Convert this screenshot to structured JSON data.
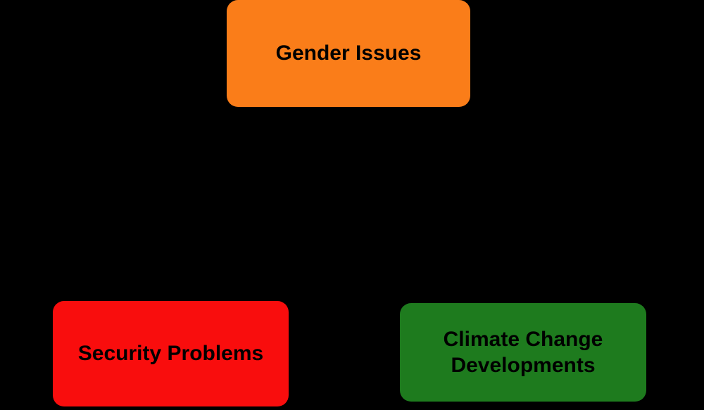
{
  "diagram": {
    "background_color": "#000000",
    "text_color": "#000000",
    "nodes": [
      {
        "id": "gender-issues",
        "label": "Gender Issues",
        "color": "#FA7D19",
        "position": "top-center"
      },
      {
        "id": "security-problems",
        "label": "Security Problems",
        "color": "#F90D0D",
        "position": "bottom-left"
      },
      {
        "id": "climate-change",
        "label": "Climate Change Developments",
        "color": "#1E7B1E",
        "position": "bottom-right"
      }
    ]
  }
}
